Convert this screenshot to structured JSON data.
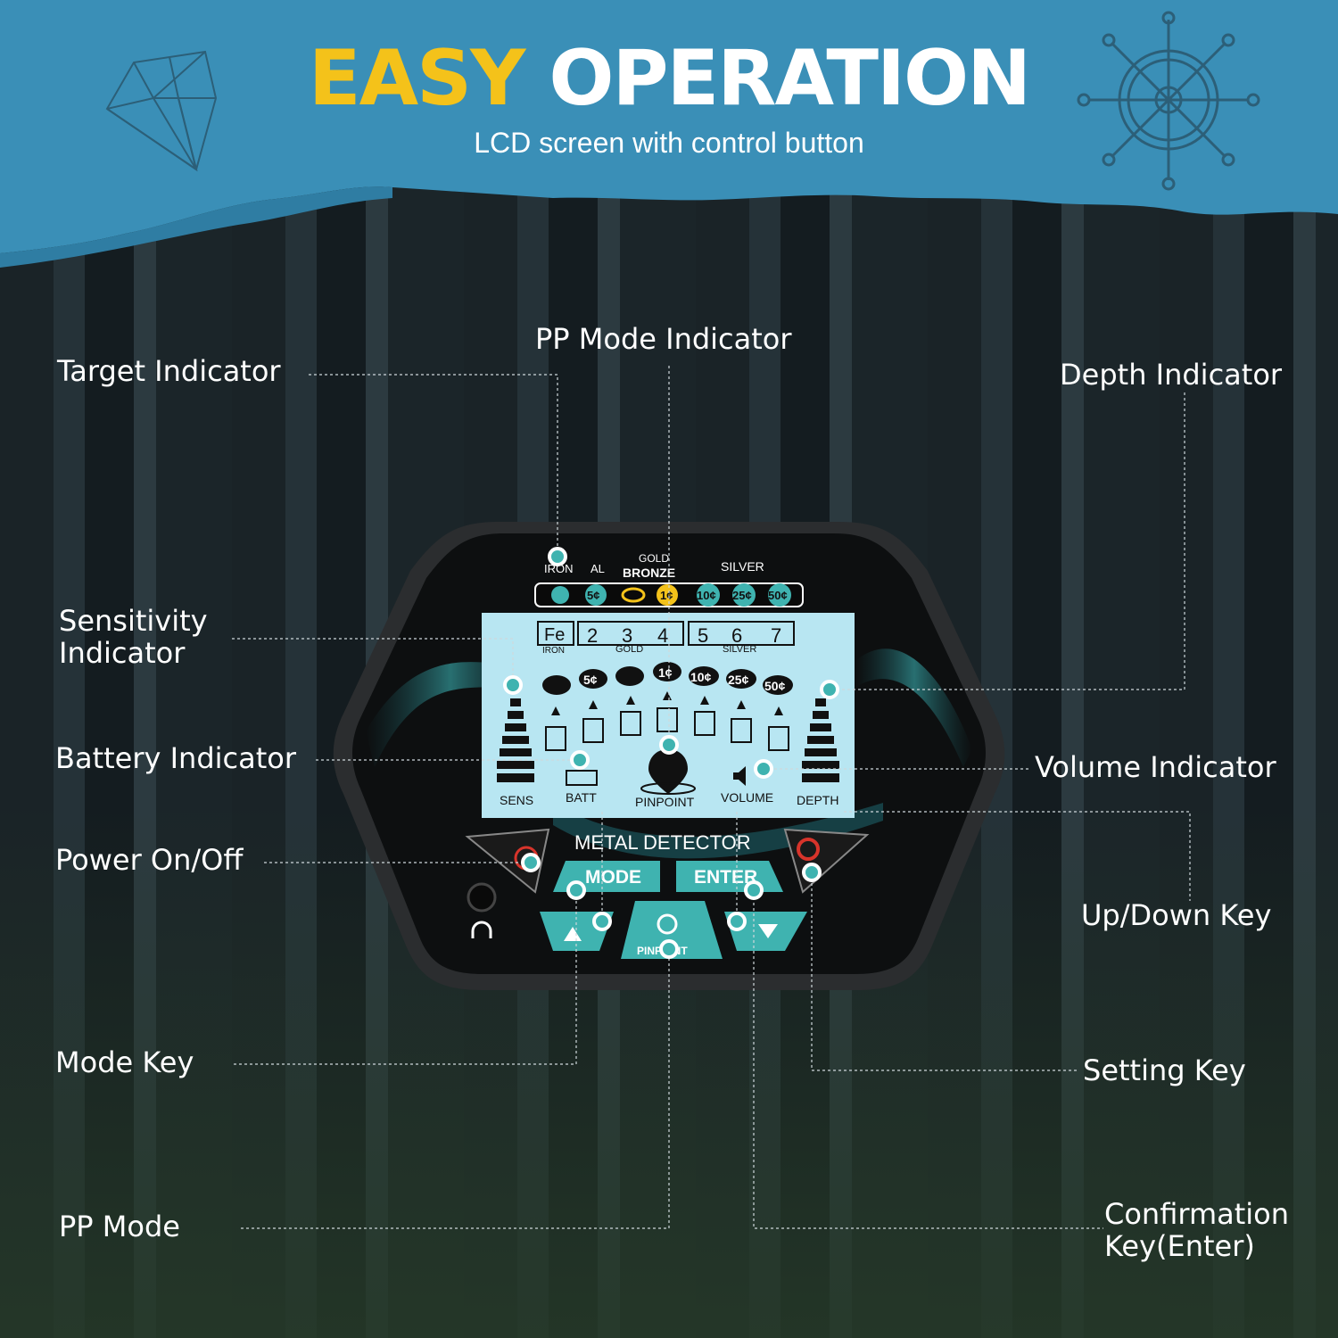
{
  "header": {
    "title_part1": "EASY",
    "title_part2": "OPERATION",
    "subtitle": "LCD screen with control button"
  },
  "callouts": {
    "target_indicator": "Target Indicator",
    "pp_mode_indicator": "PP Mode Indicator",
    "depth_indicator": "Depth Indicator",
    "sensitivity_indicator_line1": "Sensitivity",
    "sensitivity_indicator_line2": "Indicator",
    "battery_indicator": "Battery Indicator",
    "volume_indicator": "Volume Indicator",
    "power_on_off": "Power On/Off",
    "up_down_key": "Up/Down Key",
    "mode_key": "Mode Key",
    "setting_key": "Setting Key",
    "pp_mode": "PP Mode",
    "confirmation_key_line1": "Confirmation",
    "confirmation_key_line2": "Key(Enter)"
  },
  "device": {
    "top_labels": {
      "iron": "IRON",
      "al": "AL",
      "gold": "GOLD",
      "bronze": "BRONZE",
      "silver": "SILVER"
    },
    "coin_strip": [
      "5¢",
      "1¢",
      "10¢",
      "25¢",
      "50¢"
    ],
    "lcd": {
      "segments": [
        "Fe",
        "2",
        "3",
        "4",
        "5",
        "6",
        "7"
      ],
      "iron_label": "IRON",
      "gold_label": "GOLD",
      "silver_label": "SILVER",
      "coins": [
        "5¢",
        "1¢",
        "10¢",
        "25¢",
        "50¢"
      ],
      "sens": "SENS",
      "batt": "BATT",
      "pinpoint": "PINPOINT",
      "volume": "VOLUME",
      "depth": "DEPTH"
    },
    "brand": "METAL DETECTOR",
    "mode_button": "MODE",
    "enter_button": "ENTER",
    "pinpoint_button": "PINPOINT"
  },
  "colors": {
    "banner": "#3a8fb7",
    "title_yellow": "#f4c21a",
    "accent_teal": "#3fb3b0",
    "lcd_background": "#b8e6f2"
  }
}
